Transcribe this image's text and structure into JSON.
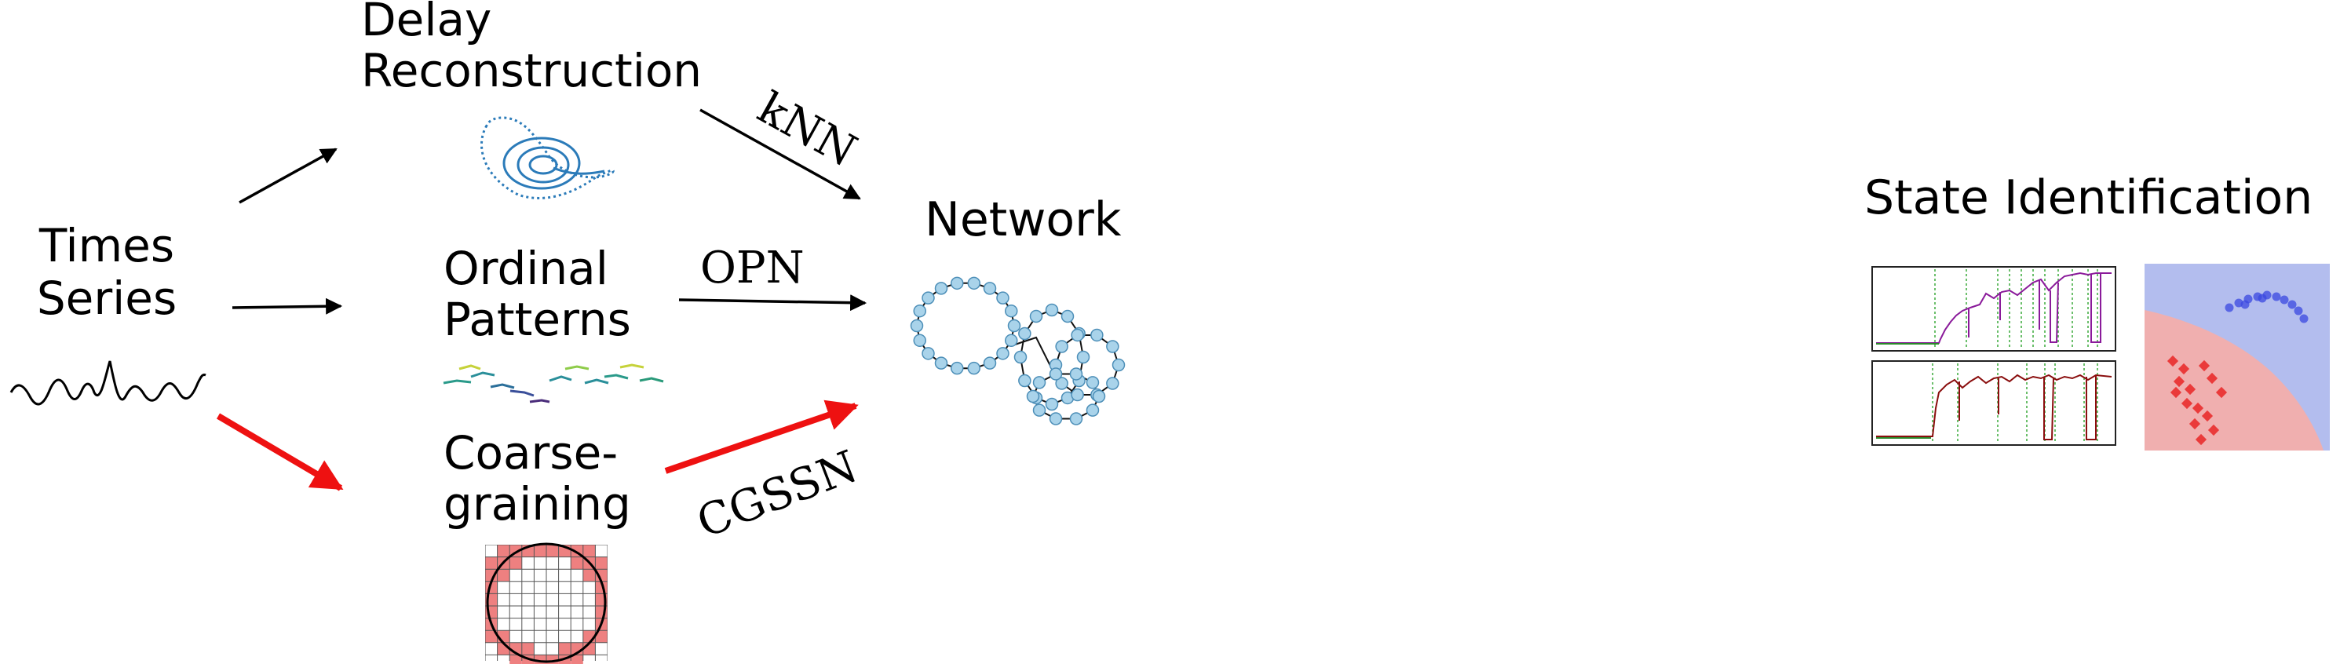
{
  "labels": {
    "time_series": [
      "Times",
      "Series"
    ],
    "delay": [
      "Delay",
      "Reconstruction"
    ],
    "ordinal": [
      "Ordinal",
      "Patterns"
    ],
    "coarse": [
      "Coarse-",
      "graining"
    ],
    "network": "Network",
    "state": "State Identification"
  },
  "edges": {
    "knn": "kNN",
    "opn": "OPN",
    "cgssn": "CGSSN"
  },
  "colors": {
    "highlight": "#ee1111",
    "attractor": "#2b7bb9",
    "node": "#a9d3ea",
    "node_stroke": "#4d8fb8",
    "grid_fill": "#ee8080",
    "region_blue": "#b3bdee",
    "region_red": "#f0afaf",
    "cluster_blue": "#3a48e0",
    "cluster_red": "#ea3a3a",
    "signal_purple": "#8a1a9a",
    "signal_red": "#8a0e0e"
  }
}
